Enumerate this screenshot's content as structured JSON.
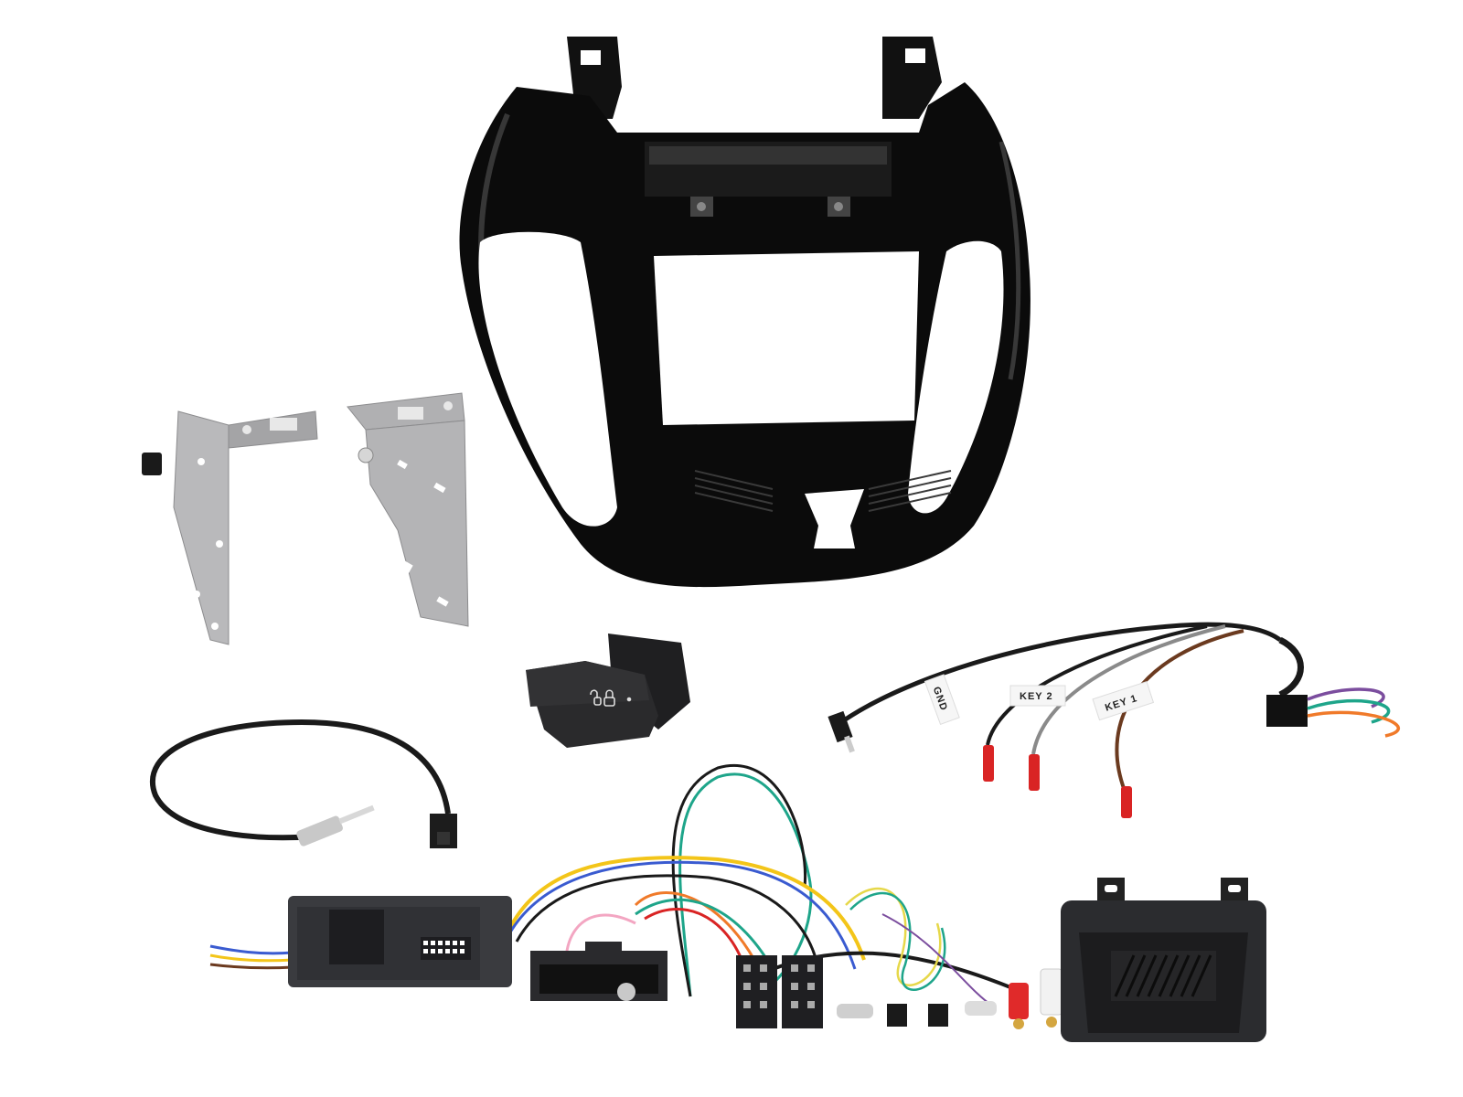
{
  "image": {
    "description": "Car stereo double-DIN fitting kit product photo on white background",
    "background": "#ffffff"
  },
  "components": {
    "fascia": {
      "label": "Gloss black double-DIN fascia panel",
      "color": "#0a0a0a"
    },
    "brackets": {
      "label": "Pair of steel side mounting brackets",
      "color": "#a9a9ab"
    },
    "lock_switch": {
      "label": "Central locking switch",
      "icon": "lock-unlock-icon",
      "color": "#2a2a2c"
    },
    "aerial_adaptor": {
      "label": "Aerial adaptor lead"
    },
    "patch_lead": {
      "label": "Steering control patch lead",
      "tags": [
        "GND",
        "KEY 2",
        "KEY 1"
      ],
      "wire_colors": {
        "gnd": "#111111",
        "key2": "#8a8a8a",
        "key1": "#6b3a1f",
        "purple": "#7b4d9e",
        "green": "#1ea58a",
        "orange": "#f07a2a"
      }
    },
    "interface_module": {
      "label": "Steering wheel control interface box",
      "color": "#3a3b3f"
    },
    "harness": {
      "label": "Vehicle wiring harness with ISO connectors"
    },
    "speaker_box": {
      "label": "Chime speaker unit",
      "color": "#2b2c2f"
    },
    "rca": {
      "colors": [
        "#e02a2a",
        "#f2f2f2"
      ]
    }
  }
}
